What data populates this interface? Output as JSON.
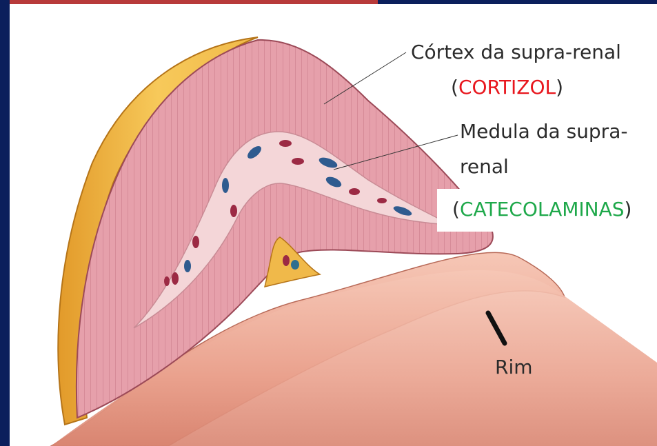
{
  "labels": {
    "cortex": "Córtex da supra-renal",
    "cortisol_open": "(",
    "cortisol": "CORTIZOL",
    "cortisol_close": ")",
    "medulla_line1": "Medula da supra-",
    "medulla_line2": "renal",
    "catechol_open": "(",
    "catecholamines": "CATECOLAMINAS",
    "catechol_close": ")",
    "kidney": "Rim"
  },
  "colors": {
    "background": "#0b1f5c",
    "accent": "#b83a3a",
    "cortisol_text": "#e8161d",
    "catecholamine_text": "#1ea84a",
    "cortex_fill": "#e7a3ae",
    "fat_capsule": "#f0b94a",
    "medulla_fill": "#f4d6d8",
    "kidney_fill": "#f2b9a8"
  }
}
